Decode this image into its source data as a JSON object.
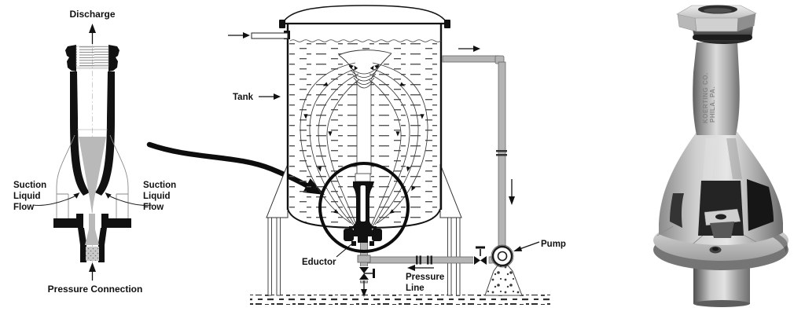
{
  "page": {
    "background": "#ffffff"
  },
  "left_diagram": {
    "discharge_label": "Discharge",
    "suction_left_lines": [
      "Suction",
      "Liquid",
      "Flow"
    ],
    "suction_right_lines": [
      "Suction",
      "Liquid",
      "Flow"
    ],
    "pressure_connection_label": "Pressure Connection"
  },
  "tank_diagram": {
    "tank_label": "Tank",
    "eductor_label": "Eductor",
    "pressure_line_lines": [
      "Pressure",
      "Line"
    ],
    "pump_label": "Pump"
  },
  "photo": {
    "embossed_text_line1": "KOERTING CO.",
    "embossed_text_line2": "PHILA. PA."
  },
  "colors": {
    "ink": "#1a1a1a",
    "jet_gray": "#b9b9b9",
    "pipe_gray": "#b4b4b4",
    "metal_light": "#e6e6e6",
    "metal_dark": "#3a3a3a"
  }
}
